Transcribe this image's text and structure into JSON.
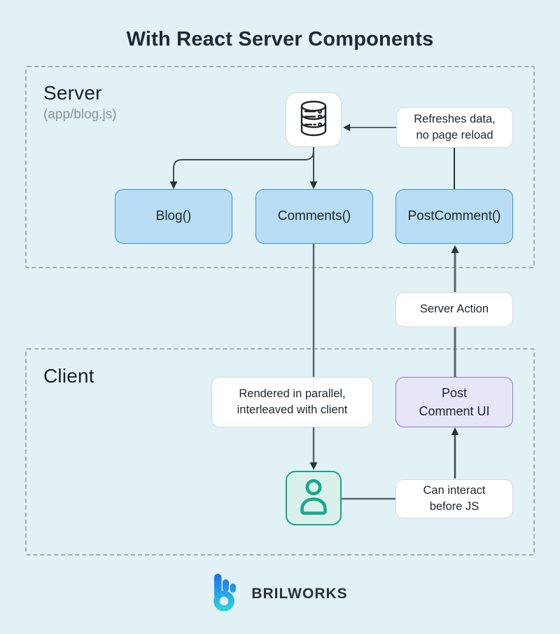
{
  "title": "With React Server Components",
  "server_section": {
    "label": "Server",
    "sublabel": "(app/blog.js)"
  },
  "client_section": {
    "label": "Client"
  },
  "nodes": {
    "blog": {
      "label": "Blog()"
    },
    "comments": {
      "label": "Comments()"
    },
    "post_comment": {
      "label": "PostComment()"
    },
    "refreshes_data": {
      "line1": "Refreshes data,",
      "line2": "no page reload"
    },
    "server_action": {
      "label": "Server Action"
    },
    "rendered_parallel": {
      "line1": "Rendered in parallel,",
      "line2": "interleaved with client"
    },
    "post_comment_ui": {
      "line1": "Post",
      "line2": "Comment UI"
    },
    "can_interact": {
      "line1": "Can interact",
      "line2": "before JS"
    }
  },
  "icons": {
    "database": "database-icon",
    "person": "person-icon",
    "logo": "brilworks-logo-icon"
  },
  "footer": {
    "brand": "BRILWORKS"
  },
  "colors": {
    "background": "#e1f1f6",
    "node_blue_fill": "#b8ddf4",
    "node_blue_border": "#2e96d9",
    "node_purple_fill": "#e6e6f8",
    "node_purple_border": "#9a6ed8",
    "node_mint_fill": "#d9f1ea",
    "node_mint_border": "#14a78b",
    "line_gray": "#5b6670",
    "line_dark": "#2a333c",
    "dashed_border": "#a7aeb4",
    "logo_gradient_start": "#1c6cee",
    "logo_gradient_end": "#2fd8e0"
  }
}
